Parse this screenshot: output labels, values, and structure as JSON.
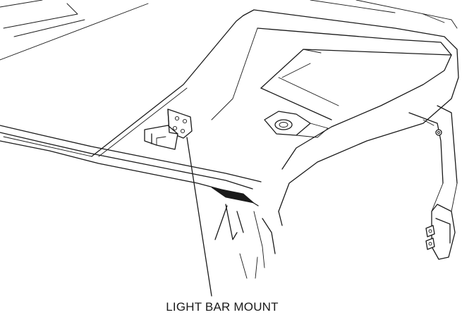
{
  "callout": {
    "label": "LIGHT BAR MOUNT"
  },
  "icons": {
    "mount_bracket": "light-bar-mount-bracket",
    "roof_hole": "roof-mounting-hole"
  }
}
